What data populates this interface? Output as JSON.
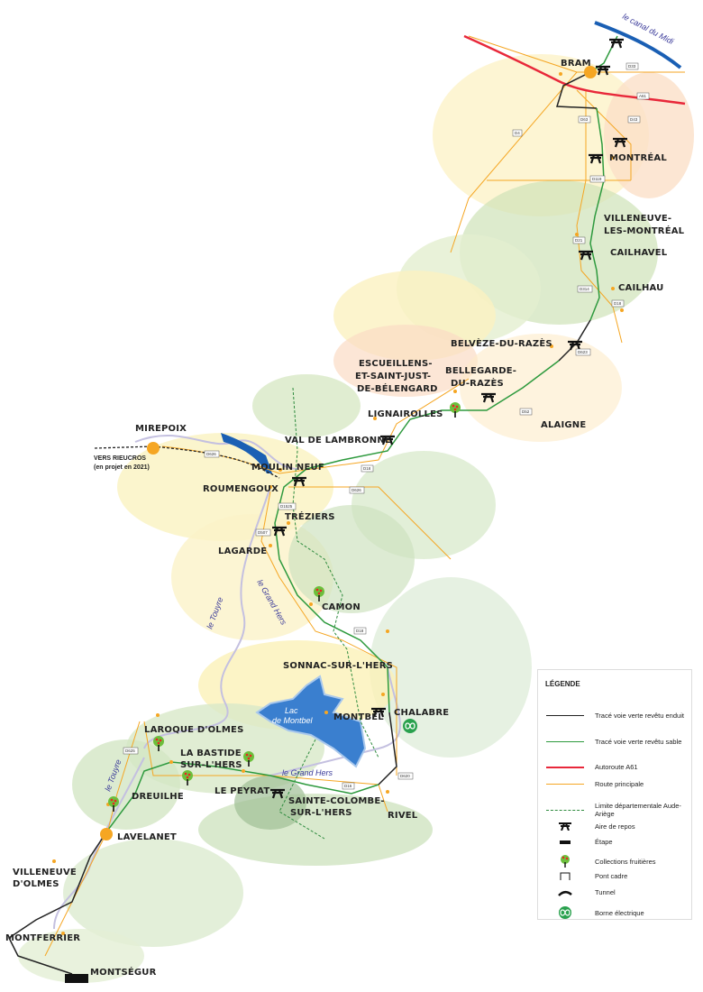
{
  "colors": {
    "enduit": "#222222",
    "sable": "#2e9a3e",
    "autoroute": "#e8283a",
    "route": "#f5a623",
    "limite": "#2e8b3e",
    "lake": "#3a7fcf",
    "river": "#b8b4d8"
  },
  "places": [
    "BRAM",
    "MONTRÉAL",
    "VILLENEUVE-",
    "LES-MONTRÉAL",
    "CAILHAVEL",
    "CAILHAU",
    "BELVÈZE-DU-RAZÈS",
    "BELLEGARDE-",
    "DU-RAZÈS",
    "ALAIGNE",
    "ESCUEILLENS-",
    "ET-SAINT-JUST-",
    "DE-BÉLENGARD",
    "LIGNAIROLLES",
    "VAL DE LAMBRONNE",
    "MIREPOIX",
    "MOULIN NEUF",
    "ROUMENGOUX",
    "TRÉZIERS",
    "LAGARDE",
    "CAMON",
    "SONNAC-SUR-L'HERS",
    "MONTBEL",
    "CHALABRE",
    "LAROQUE D'OLMES",
    "LA BASTIDE",
    "SUR-L'HERS",
    "LE PEYRAT",
    "SAINTE-COLOMBE-",
    "SUR-L'HERS",
    "RIVEL",
    "DREUILHE",
    "LAVELANET",
    "VILLENEUVE",
    "D'OLMES",
    "MONTFERRIER",
    "MONTSÉGUR"
  ],
  "note": {
    "line1": "VERS RIEUCROS",
    "line2": "(en projet en 2021)"
  },
  "roads": [
    "D33",
    "A61",
    "D63",
    "D43",
    "D4",
    "D119",
    "D21",
    "D314",
    "D18",
    "D623",
    "D52",
    "D18",
    "D626",
    "D626",
    "D1525",
    "D507",
    "D18",
    "D16",
    "D620",
    "D625"
  ],
  "waters": {
    "canal": "le canal du Midi",
    "lake1": "Lac",
    "lake2": "de Montbel",
    "hers1": "le Grand Hers",
    "hers2": "le Grand Hers",
    "touyre1": "le Touyre",
    "touyre2": "le Touyre"
  },
  "legend": {
    "title": "LÉGENDE",
    "items": [
      {
        "label": "Tracé voie verte revêtu enduit",
        "icon": "black-line"
      },
      {
        "label": "Tracé voie verte revêtu sable",
        "icon": "green-line"
      },
      {
        "label": "Autoroute A61",
        "icon": "red-line"
      },
      {
        "label": "Route principale",
        "icon": "orange-line"
      },
      {
        "label": "Limite départementale Aude-Ariège",
        "icon": "dashed-green-line"
      },
      {
        "label": "Aire de repos",
        "icon": "picnic-table-icon"
      },
      {
        "label": "Étape",
        "icon": "stage-bar-icon"
      },
      {
        "label": "Collections fruitières",
        "icon": "fruit-tree-icon"
      },
      {
        "label": "Pont cadre",
        "icon": "bridge-frame-icon"
      },
      {
        "label": "Tunnel",
        "icon": "tunnel-icon"
      },
      {
        "label": "Borne électrique",
        "icon": "charging-station-icon"
      }
    ]
  }
}
